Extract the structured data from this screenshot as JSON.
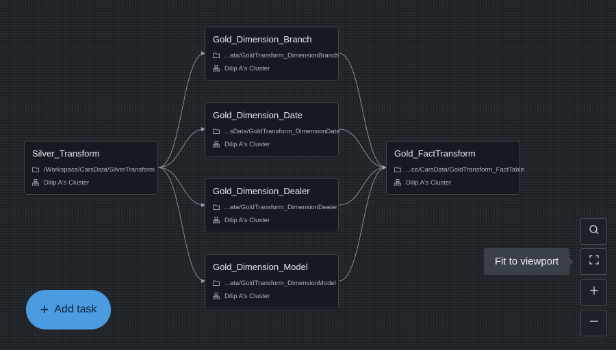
{
  "nodes": {
    "silver": {
      "title": "Silver_Transform",
      "path": "/Workspace/CarsData/SilverTransform",
      "cluster": "Dilip A's Cluster"
    },
    "branch": {
      "title": "Gold_Dimension_Branch",
      "path": "...ata/GoldTransform_DimensionBranch",
      "cluster": "Dilip A's Cluster"
    },
    "date": {
      "title": "Gold_Dimension_Date",
      "path": "...sData/GoldTransform_DimensionDate",
      "cluster": "Dilip A's Cluster"
    },
    "dealer": {
      "title": "Gold_Dimension_Dealer",
      "path": "...ata/GoldTransform_DimensionDealer",
      "cluster": "Dilip A's Cluster"
    },
    "model": {
      "title": "Gold_Dimension_Model",
      "path": "...ata/GoldTransform_DimensionModel",
      "cluster": "Dilip A's Cluster"
    },
    "fact": {
      "title": "Gold_FactTransform",
      "path": "...ce/CarsData/GoldTransform_FactTable",
      "cluster": "Dilip A's Cluster"
    }
  },
  "add_task": {
    "label": "Add task"
  },
  "tooltip": {
    "label": "Fit to viewport"
  },
  "icons": {
    "path": "folder-icon",
    "cluster": "cluster-icon",
    "search": "search-icon",
    "fit": "fit-to-viewport-icon",
    "zoom_in": "plus-icon",
    "zoom_out": "minus-icon"
  },
  "colors": {
    "add_task_bg": "#4a9be0",
    "node_bg": "#151a21",
    "edge": "#8a9099"
  }
}
